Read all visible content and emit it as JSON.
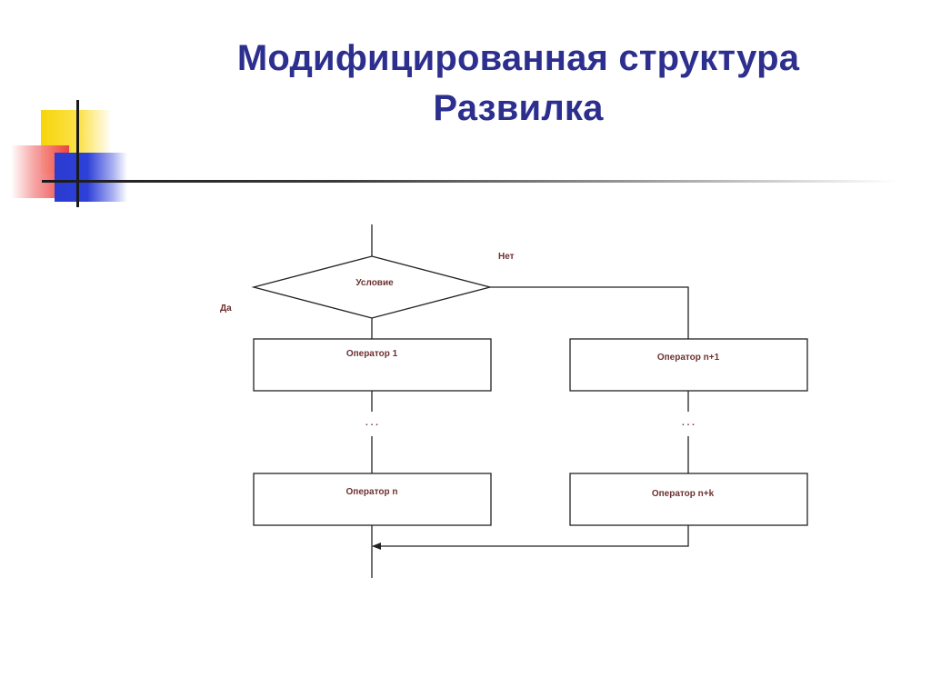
{
  "title": {
    "line1": "Модифицированная структура",
    "line2": "Развилка"
  },
  "colors": {
    "title": "#2d2f8f",
    "label": "#6e3030",
    "line": "#222222"
  },
  "flowchart": {
    "condition": "Условие",
    "yes_label": "Да",
    "no_label": "Нет",
    "left_branch": {
      "first": "Оператор 1",
      "ellipsis": ". . .",
      "last": "Оператор n"
    },
    "right_branch": {
      "first": "Оператор n+1",
      "ellipsis": ". . .",
      "last": "Оператор n+k"
    }
  }
}
